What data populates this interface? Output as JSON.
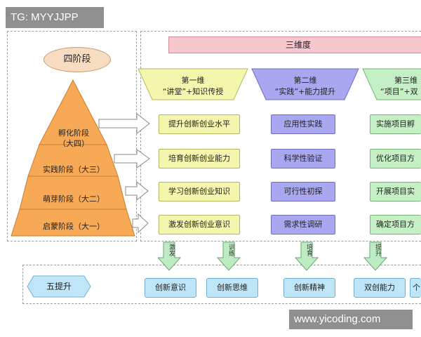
{
  "watermark": {
    "tag": "TG: MYYJJPP",
    "site": "www.yicoding.com"
  },
  "pyramid": {
    "header": "四阶段",
    "levels": [
      {
        "line1": "孵化阶段",
        "line2": "（大四）"
      },
      {
        "line1": "实践阶段（大三）"
      },
      {
        "line1": "萌芽阶段（大二）"
      },
      {
        "line1": "启蒙阶段（大一）"
      }
    ]
  },
  "three_dimensions": {
    "title": "三维度",
    "columns": [
      {
        "title": "第一维",
        "subtitle": "“讲堂”+知识传授",
        "items": [
          "提升创新创业水平",
          "培育创新创业能力",
          "学习创新创业知识",
          "激发创新创业意识"
        ]
      },
      {
        "title": "第二维",
        "subtitle": "“实践”+能力提升",
        "items": [
          "应用性实践",
          "科学性验证",
          "可行性初探",
          "需求性调研"
        ]
      },
      {
        "title": "第三维",
        "subtitle": "“项目”+双",
        "items": [
          "实施项目孵",
          "优化项目方",
          "开展项目实",
          "确定项目方"
        ]
      }
    ]
  },
  "five_improvements": {
    "label": "五提升",
    "outcomes": [
      "创新意识",
      "创新思维",
      "创新精神",
      "双创能力",
      "个"
    ],
    "arrow_labels": [
      "激发",
      "训练",
      "培育",
      "提升"
    ]
  },
  "colors": {
    "pyramid": "#f7a955",
    "dim1": "#f5f6ad",
    "dim2": "#a9a7ef",
    "dim3": "#c5efc5",
    "banner": "#f6c7cf",
    "outcome": "#bfe6f8",
    "arrow": "#bdebc2"
  }
}
